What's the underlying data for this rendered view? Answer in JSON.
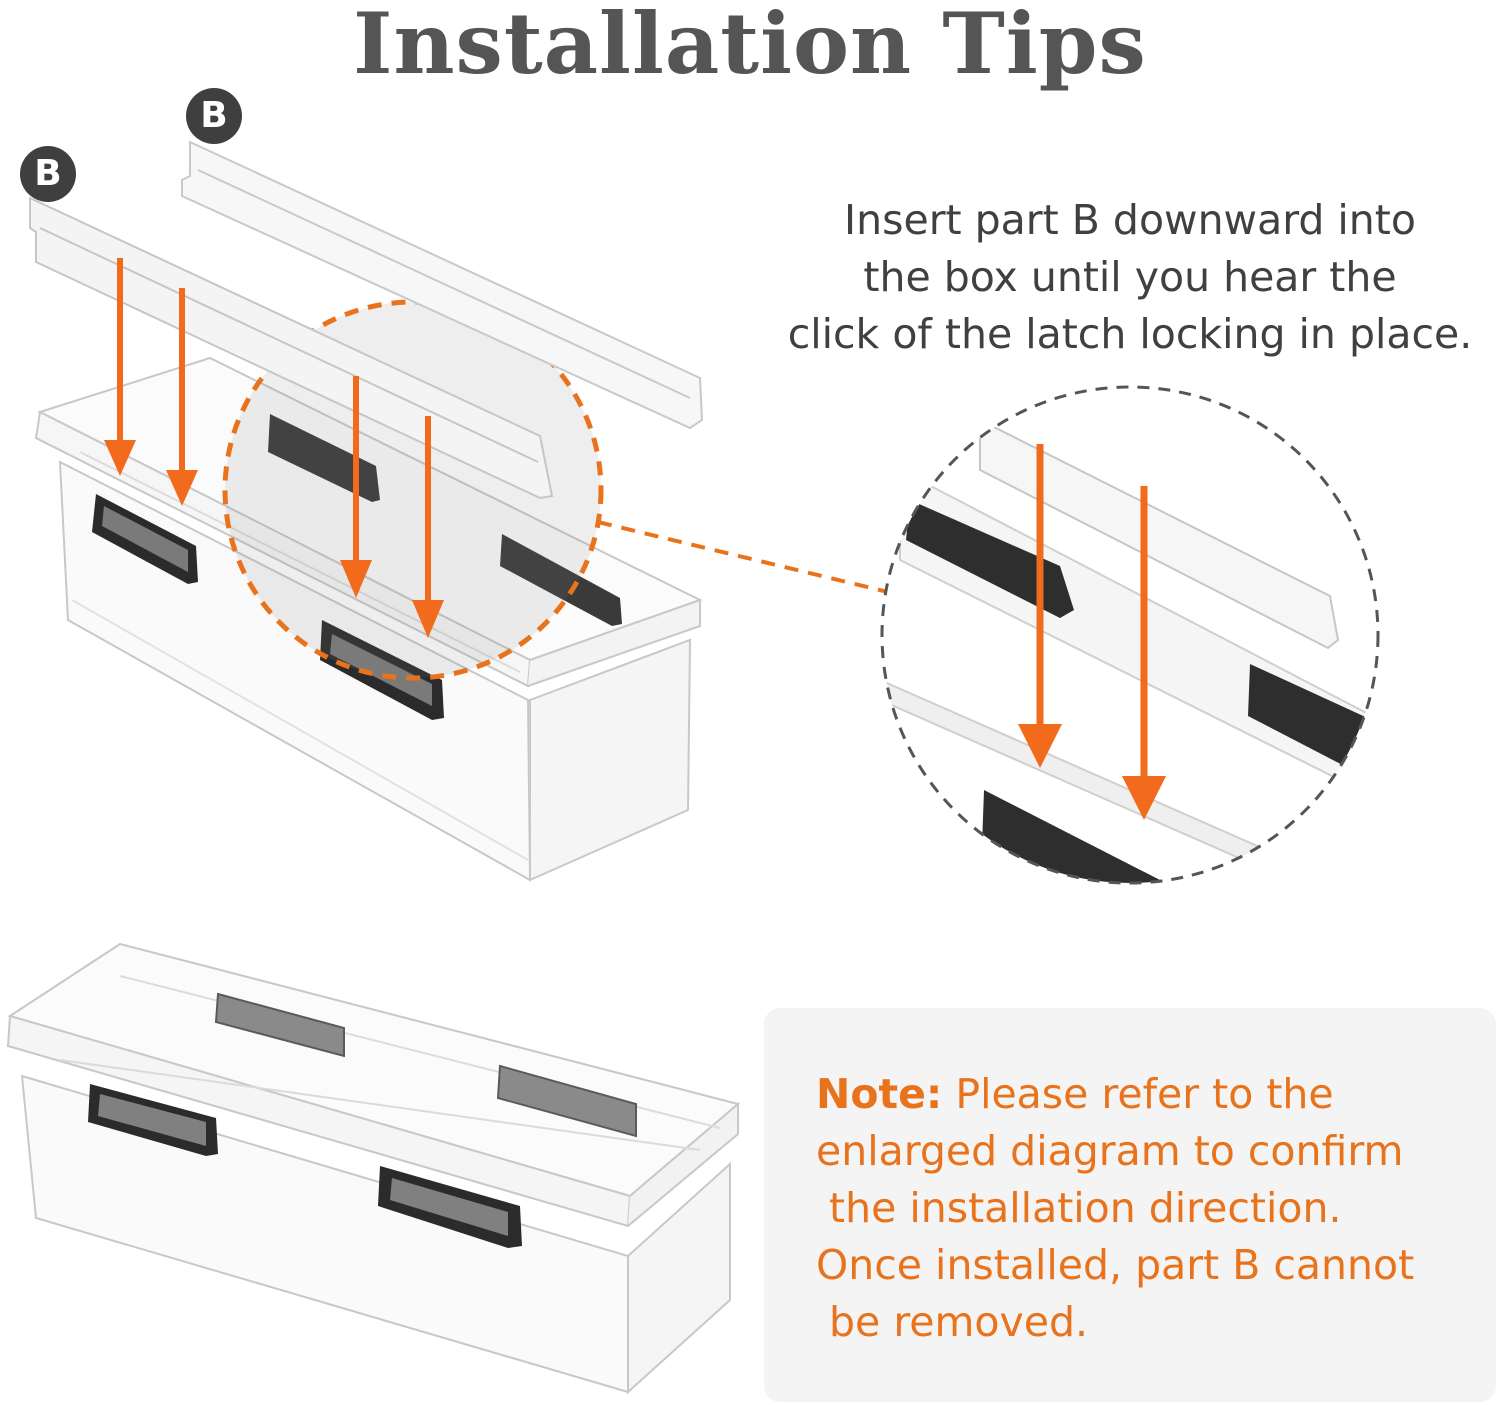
{
  "title": "Installation Tips",
  "badges": {
    "part_label": "B"
  },
  "instruction": {
    "lines": [
      "Insert part B downward into",
      "the box until you hear the",
      "click of the latch locking in place."
    ]
  },
  "note": {
    "label": "Note:",
    "lines": [
      "Please refer to the",
      "enlarged diagram to confirm",
      " the installation direction.",
      "Once installed, part B cannot",
      " be removed."
    ]
  },
  "colors": {
    "accent": "#e8731c",
    "arrow": "#f26a1b",
    "title": "#555555",
    "badge": "#3f3f3f",
    "handle": "#2b2b2b",
    "note_bg": "#f4f4f4"
  },
  "icons": [
    "down-arrow-icon",
    "latch-handle-icon",
    "magnifier-circle-icon"
  ]
}
